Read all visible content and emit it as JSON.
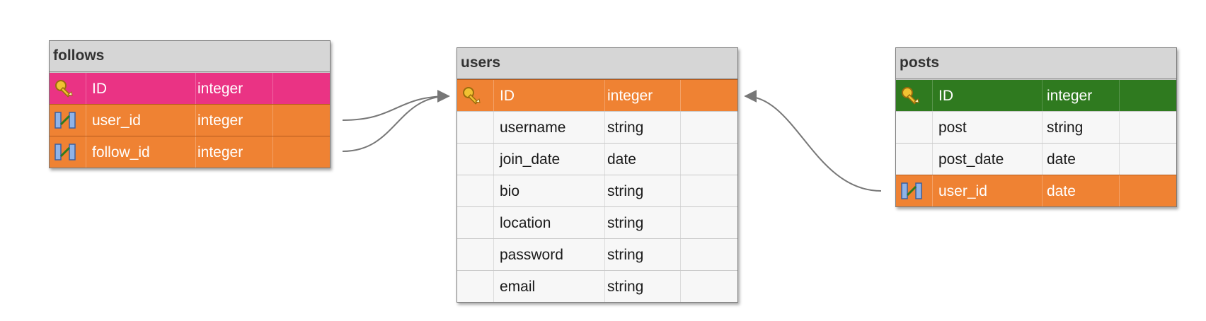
{
  "tables": [
    {
      "name": "follows",
      "rows": [
        {
          "name": "ID",
          "type": "integer",
          "style": "pk-pink",
          "icon": "key-icon"
        },
        {
          "name": "user_id",
          "type": "integer",
          "style": "orange",
          "icon": "foreign-key-icon"
        },
        {
          "name": "follow_id",
          "type": "integer",
          "style": "orange",
          "icon": "foreign-key-icon"
        }
      ]
    },
    {
      "name": "users",
      "rows": [
        {
          "name": "ID",
          "type": "integer",
          "style": "orange",
          "icon": "key-icon"
        },
        {
          "name": "username",
          "type": "string",
          "style": "plain",
          "icon": ""
        },
        {
          "name": "join_date",
          "type": "date",
          "style": "plain",
          "icon": ""
        },
        {
          "name": "bio",
          "type": "string",
          "style": "plain",
          "icon": ""
        },
        {
          "name": "location",
          "type": "string",
          "style": "plain",
          "icon": ""
        },
        {
          "name": "password",
          "type": "string",
          "style": "plain",
          "icon": ""
        },
        {
          "name": "email",
          "type": "string",
          "style": "plain",
          "icon": ""
        }
      ]
    },
    {
      "name": "posts",
      "rows": [
        {
          "name": "ID",
          "type": "integer",
          "style": "pk-green",
          "icon": "key-icon"
        },
        {
          "name": "post",
          "type": "string",
          "style": "plain",
          "icon": ""
        },
        {
          "name": "post_date",
          "type": "date",
          "style": "plain",
          "icon": ""
        },
        {
          "name": "user_id",
          "type": "date",
          "style": "orange",
          "icon": "foreign-key-icon"
        }
      ]
    }
  ],
  "relations": [
    {
      "from": "follows.user_id",
      "to": "users.ID"
    },
    {
      "from": "follows.follow_id",
      "to": "users.ID"
    },
    {
      "from": "posts.user_id",
      "to": "users.ID"
    }
  ],
  "colors": {
    "header": "#d6d6d6",
    "pk_pink": "#ea3384",
    "pk_green": "#2f7a1f",
    "orange": "#ef8233",
    "connector": "#777777"
  }
}
